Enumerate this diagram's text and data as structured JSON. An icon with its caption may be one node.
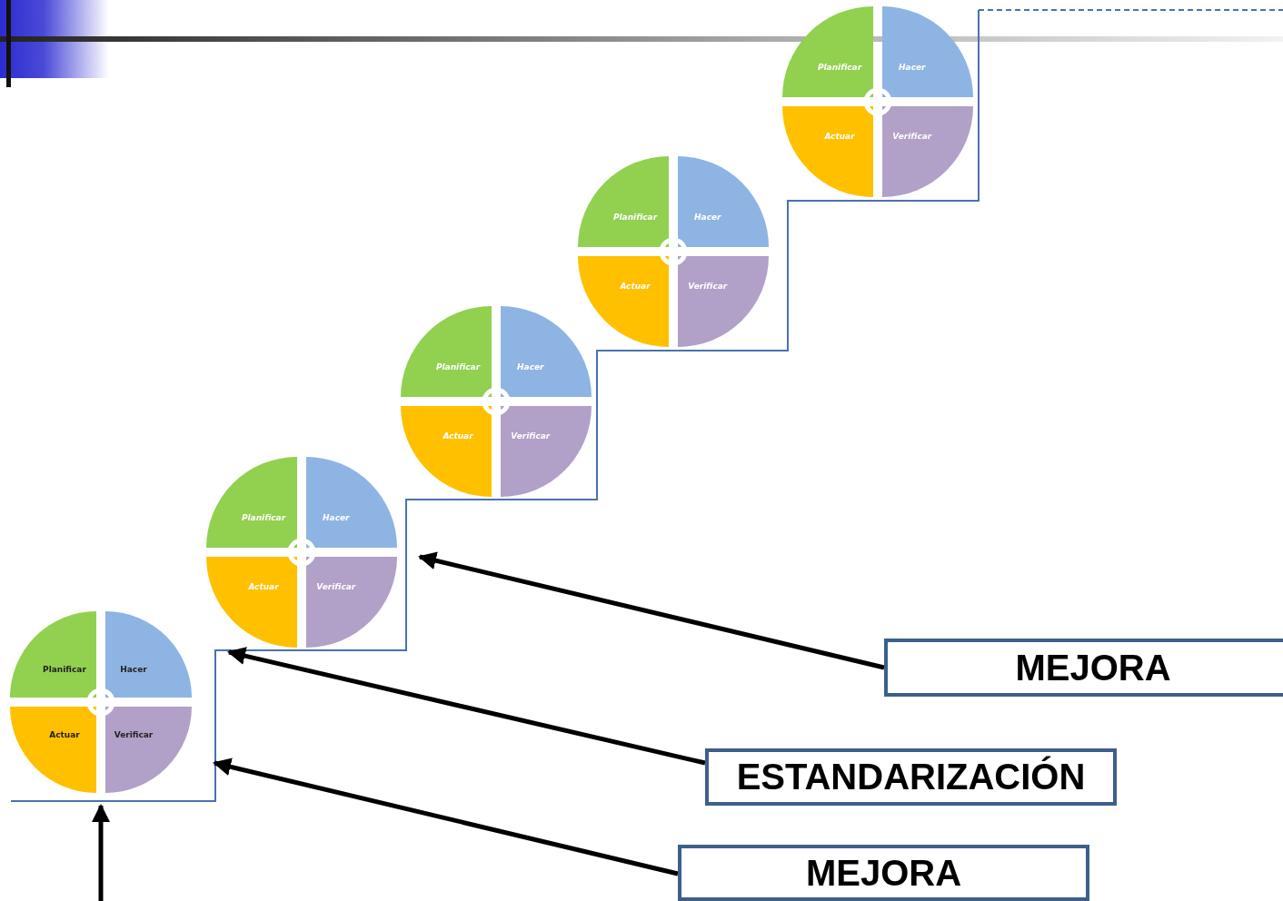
{
  "diagram": {
    "nodes": [
      {
        "text": [
          "Planificar",
          "Hacer",
          "Actuar",
          "Verificar"
        ]
      },
      {
        "text": [
          "Planificar",
          "Hacer",
          "Actuar",
          "Verificar"
        ]
      },
      {
        "text": [
          "Planificar",
          "Hacer",
          "Actuar",
          "Verificar"
        ]
      },
      {
        "text": [
          "Planificar",
          "Hacer",
          "Actuar",
          "Verificar"
        ]
      },
      {
        "text": [
          "Planificar",
          "Hacer",
          "Actuar",
          "Verificar"
        ]
      },
      {
        "text": [
          "MEJORA"
        ]
      },
      {
        "text": [
          "ESTANDARIZACIÓN"
        ]
      },
      {
        "text": [
          "MEJORA"
        ]
      }
    ],
    "edges": [
      {
        "from": 5,
        "to": 1,
        "arrow": "to"
      },
      {
        "from": 6,
        "to": 1,
        "arrow": "to"
      },
      {
        "from": 7,
        "to": 0,
        "arrow": "to"
      },
      {
        "from": null,
        "to": 0,
        "arrow": "to"
      }
    ]
  }
}
